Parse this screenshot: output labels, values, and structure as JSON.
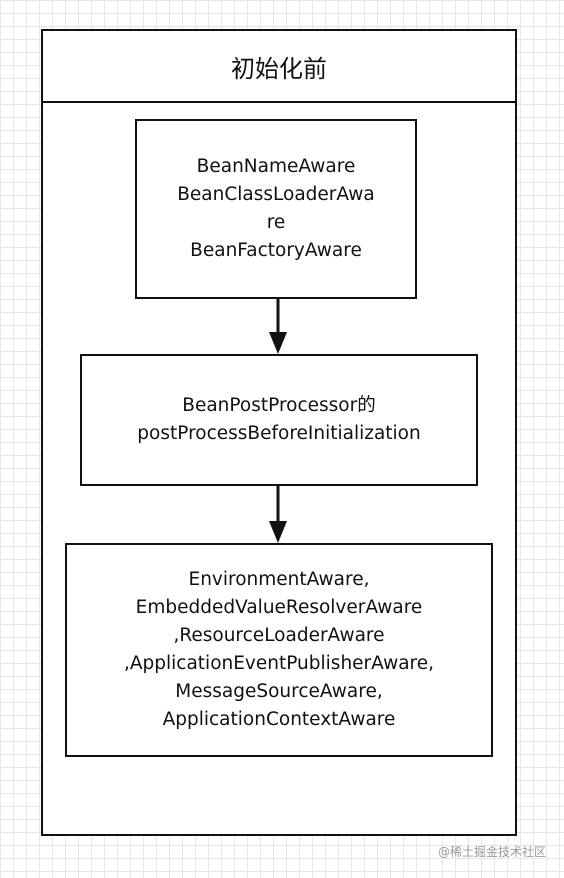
{
  "container": {
    "header": "初始化前"
  },
  "nodes": {
    "aware": {
      "lines": [
        "BeanNameAware",
        "BeanClassLoaderAwa",
        "re",
        "BeanFactoryAware"
      ]
    },
    "bpp": {
      "lines": [
        "BeanPostProcessor的",
        "postProcessBeforeInitialization"
      ]
    },
    "ctx": {
      "lines": [
        "EnvironmentAware,",
        "EmbeddedValueResolverAware",
        ",ResourceLoaderAware",
        ",ApplicationEventPublisherAware,",
        "MessageSourceAware,",
        "ApplicationContextAware"
      ]
    }
  },
  "watermark": "@稀土掘金技术社区",
  "colors": {
    "stroke": "#111111",
    "grid": "#e6e6e6",
    "watermark": "#9a9a9a"
  }
}
